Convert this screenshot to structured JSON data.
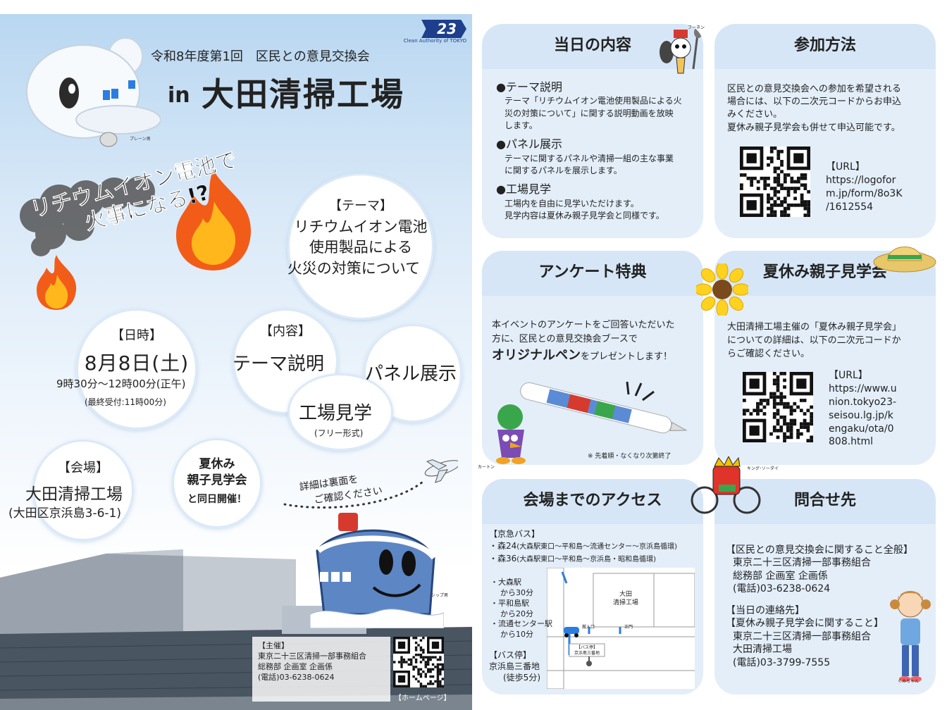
{
  "left": {
    "logo": {
      "number": "23",
      "subtext": "Clean Authority of TOKYO"
    },
    "subtitle": "令和8年度第1回　区民との意見交換会",
    "title_in": "in",
    "title": "大田清掃工場",
    "plane_label": "プレーン男",
    "hook": {
      "line1": "リチウムイオン電池で",
      "line2": "火事になる!?"
    },
    "theme": {
      "heading": "【テーマ】",
      "line1": "リチウムイオン電池",
      "line2": "使用製品による",
      "line3": "火災の対策について"
    },
    "datetime": {
      "heading": "【日時】",
      "date": "8月8日(土)",
      "time": "9時30分～12時00分(正午)",
      "last": "(最終受付:11時00分)"
    },
    "content": {
      "heading": "【内容】",
      "item1": "テーマ説明",
      "item2": "パネル展示",
      "item3": "工場見学",
      "item3_note": "(フリー形式)"
    },
    "venue": {
      "heading": "【会場】",
      "name": "大田清掃工場",
      "address": "(大田区京浜島3-6-1)"
    },
    "summer": {
      "line1": "夏休み",
      "line2": "親子見学会",
      "line3": "と同日開催！"
    },
    "details": {
      "line1": "詳細は裏面を",
      "line2": "ご確認ください"
    },
    "ship_label": "シップ男",
    "host": {
      "line1": "【主催】",
      "line2": "東京二十三区清掃一部事務組合",
      "line3": "総務部 企画室 企画係",
      "line4": "(電話)03-6238-0624"
    },
    "homepage_label": "【ホームページ】"
  },
  "today": {
    "title": "当日の内容",
    "fork_label": "フーネン",
    "item1_head": "●テーマ説明",
    "item1_l1": "テーマ「リチウムイオン電池使用製品による火",
    "item1_l2": "災の対策について」に関する説明動画を放映",
    "item1_l3": "します。",
    "item2_head": "●パネル展示",
    "item2_l1": "テーマに関するパネルや清掃一組の主な事業",
    "item2_l2": "に関するパネルを展示します。",
    "item3_head": "●工場見学",
    "item3_l1": "工場内を自由に見学いただけます。",
    "item3_l2": "見学内容は夏休み親子見学会と同様です。"
  },
  "join": {
    "title": "参加方法",
    "l1": "区民との意見交換会への参加を希望される",
    "l2": "場合には、以下の二次元コードからお申込",
    "l3": "みください。",
    "l4": "夏休み親子見学会も併せて申込可能です。",
    "url_label": "【URL】",
    "url1": "https://logofor",
    "url2": "m.jp/form/8o3K",
    "url3": "/1612554"
  },
  "survey": {
    "title": "アンケート特典",
    "l1": "本イベントのアンケートをご回答いただいた",
    "l2": "方に、区民との意見交換会ブースで",
    "l3_bold": "オリジナルペン",
    "l3_rest": "をプレゼントします！",
    "note": "※ 先着順・なくなり次第終了",
    "carton_label": "カートン"
  },
  "summer_card": {
    "title": "夏休み親子見学会",
    "l1": "大田清掃工場主催の「夏休み親子見学会」",
    "l2": "についての詳細は、以下の二次元コードか",
    "l3": "らご確認ください。",
    "url_label": "【URL】",
    "url1": "https://www.u",
    "url2": "nion.tokyo23-",
    "url3": "seisou.lg.jp/k",
    "url4": "engaku/ota/0",
    "url5": "808.html",
    "king_label": "キング･ソーダイ"
  },
  "access": {
    "title": "会場までのアクセス",
    "bus_head": "【京急バス】",
    "bus1": "・森24",
    "bus1_route": "(大森駅東口～平和島～流通センター～京浜島循環)",
    "bus2": "・森36",
    "bus2_route": "(大森駅東口～平和島～京浜島・昭和島循環)",
    "from1": "・大森駅",
    "from1_t": "から30分",
    "from2": "・平和島駅",
    "from2_t": "から20分",
    "from3": "・流通センター駅",
    "from3_t": "から10分",
    "stop_head": "【バス停】",
    "stop_name": "京浜島三番地",
    "stop_walk": "(徒歩5分)",
    "map_factory1": "大田",
    "map_factory2": "清掃工場",
    "map_in": "搬入口",
    "map_gate": "正門",
    "map_stop1": "【バス停】",
    "map_stop2": "京浜島三番地"
  },
  "contact": {
    "title": "問合せ先",
    "h1": "【区民との意見交換会に関すること全般】",
    "a1": "東京二十三区清掃一部事務組合",
    "a2": "総務部 企画室 企画係",
    "a3": "(電話)03-6238-0624",
    "h2": "【当日の連絡先】",
    "h3": "【夏休み親子見学会に関すること】",
    "b1": "東京二十三区清掃一部事務組合",
    "b2": "大田清掃工場",
    "b3": "(電話)03-3799-7555",
    "girl_label": "くみちゃん"
  }
}
